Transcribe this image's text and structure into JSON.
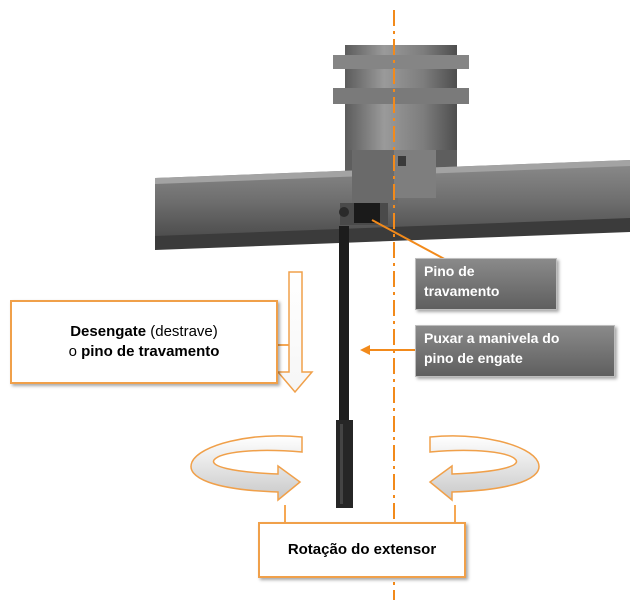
{
  "labels": {
    "locking_pin": {
      "line1": "Pino de",
      "line2": "travamento"
    },
    "pull_handle": {
      "line1": "Puxar a manivela do",
      "line2": "pino de engate"
    },
    "disengage": {
      "bold1": "Desengate",
      "normal": "(destrave)",
      "o": "o",
      "bold2": "pino de travamento"
    },
    "rotation": "Rotação do extensor"
  },
  "colors": {
    "accent": "#f28a1b",
    "metal": "#6e6e6e",
    "handle": "#1c1c1c"
  }
}
